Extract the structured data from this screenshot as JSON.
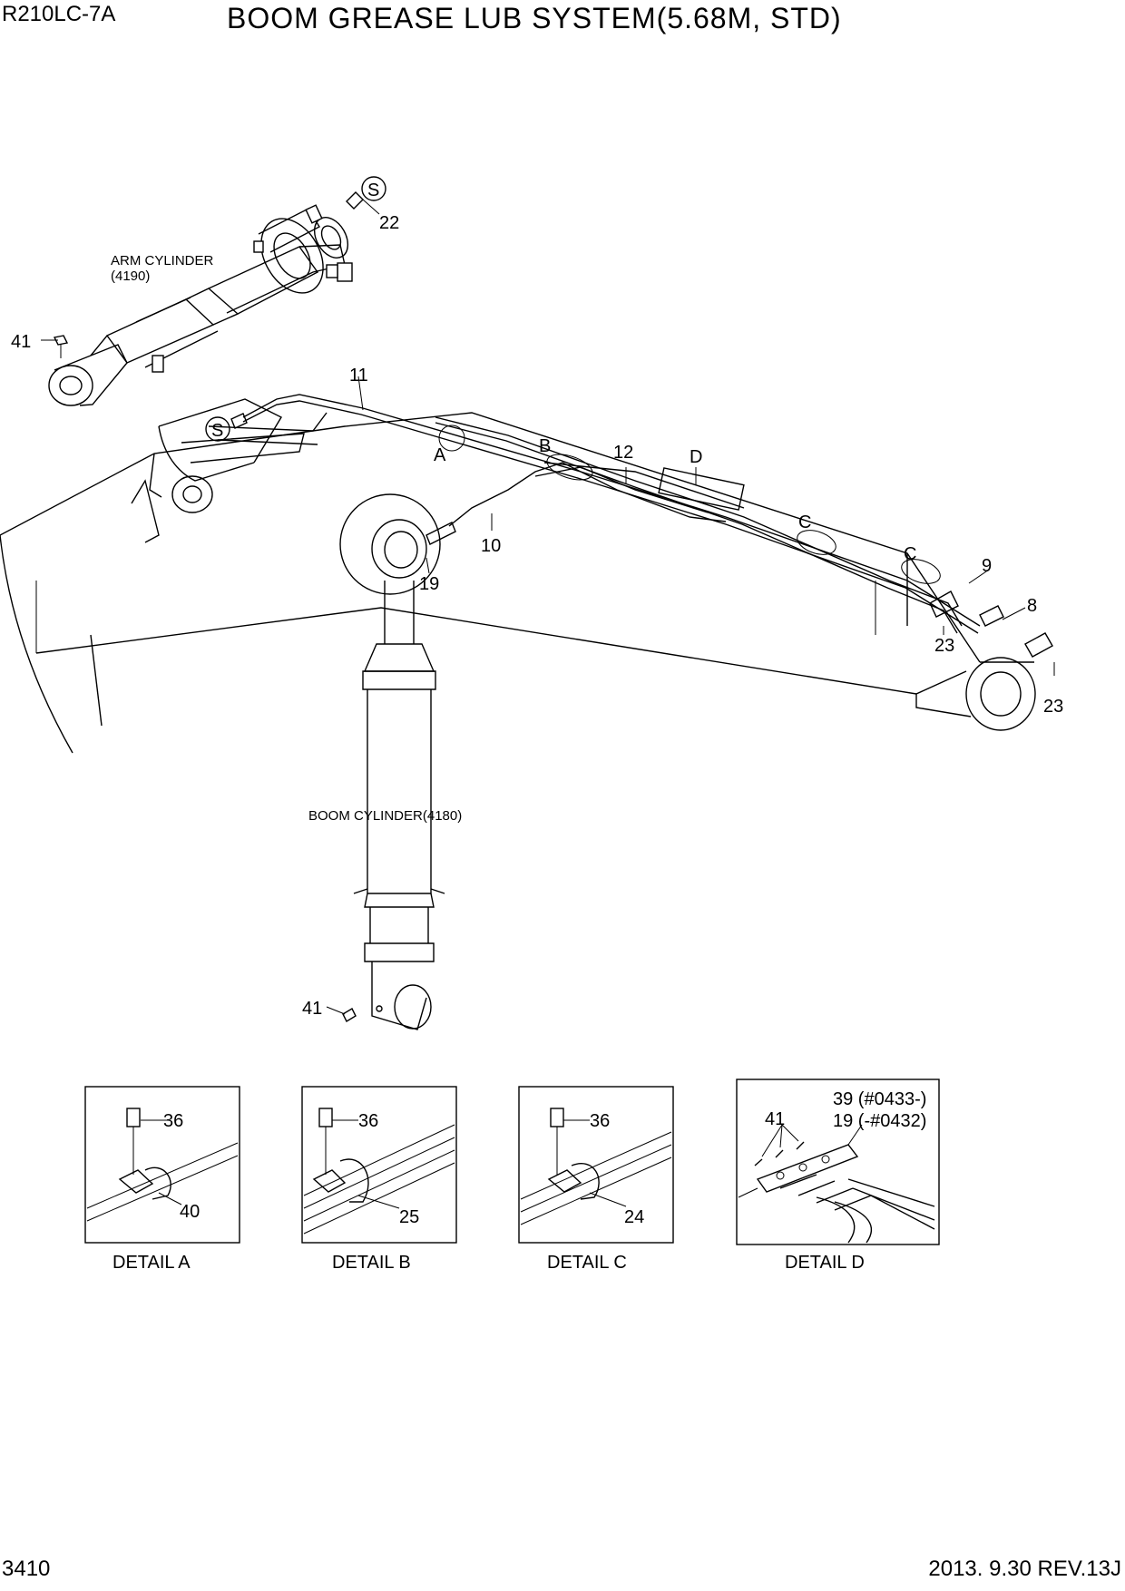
{
  "header": {
    "model": "R210LC-7A",
    "title": "BOOM GREASE LUB SYSTEM(5.68M, STD)"
  },
  "footer": {
    "page_number": "3410",
    "revision": "2013. 9.30  REV.13J"
  },
  "labels": {
    "arm_cylinder": "ARM CYLINDER",
    "arm_cylinder_code": "(4190)",
    "boom_cylinder": "BOOM CYLINDER(4180)"
  },
  "callouts": {
    "s_top": "S",
    "p22": "22",
    "p41_arm": "41",
    "p11": "11",
    "s_boom": "S",
    "a": "A",
    "b": "B",
    "p12": "12",
    "d": "D",
    "p10": "10",
    "p19": "19",
    "c1": "C",
    "c2": "C",
    "p9": "9",
    "p8": "8",
    "p23a": "23",
    "p23b": "23",
    "p41_boom": "41"
  },
  "details": [
    {
      "caption": "DETAIL  A",
      "bolt": "36",
      "clamp": "40"
    },
    {
      "caption": "DETAIL  B",
      "bolt": "36",
      "clamp": "25"
    },
    {
      "caption": "DETAIL  C",
      "bolt": "36",
      "clamp": "24"
    },
    {
      "caption": "DETAIL  D",
      "part41": "41",
      "part39": "39 (#0433-)",
      "part19": "19 (-#0432)"
    }
  ]
}
